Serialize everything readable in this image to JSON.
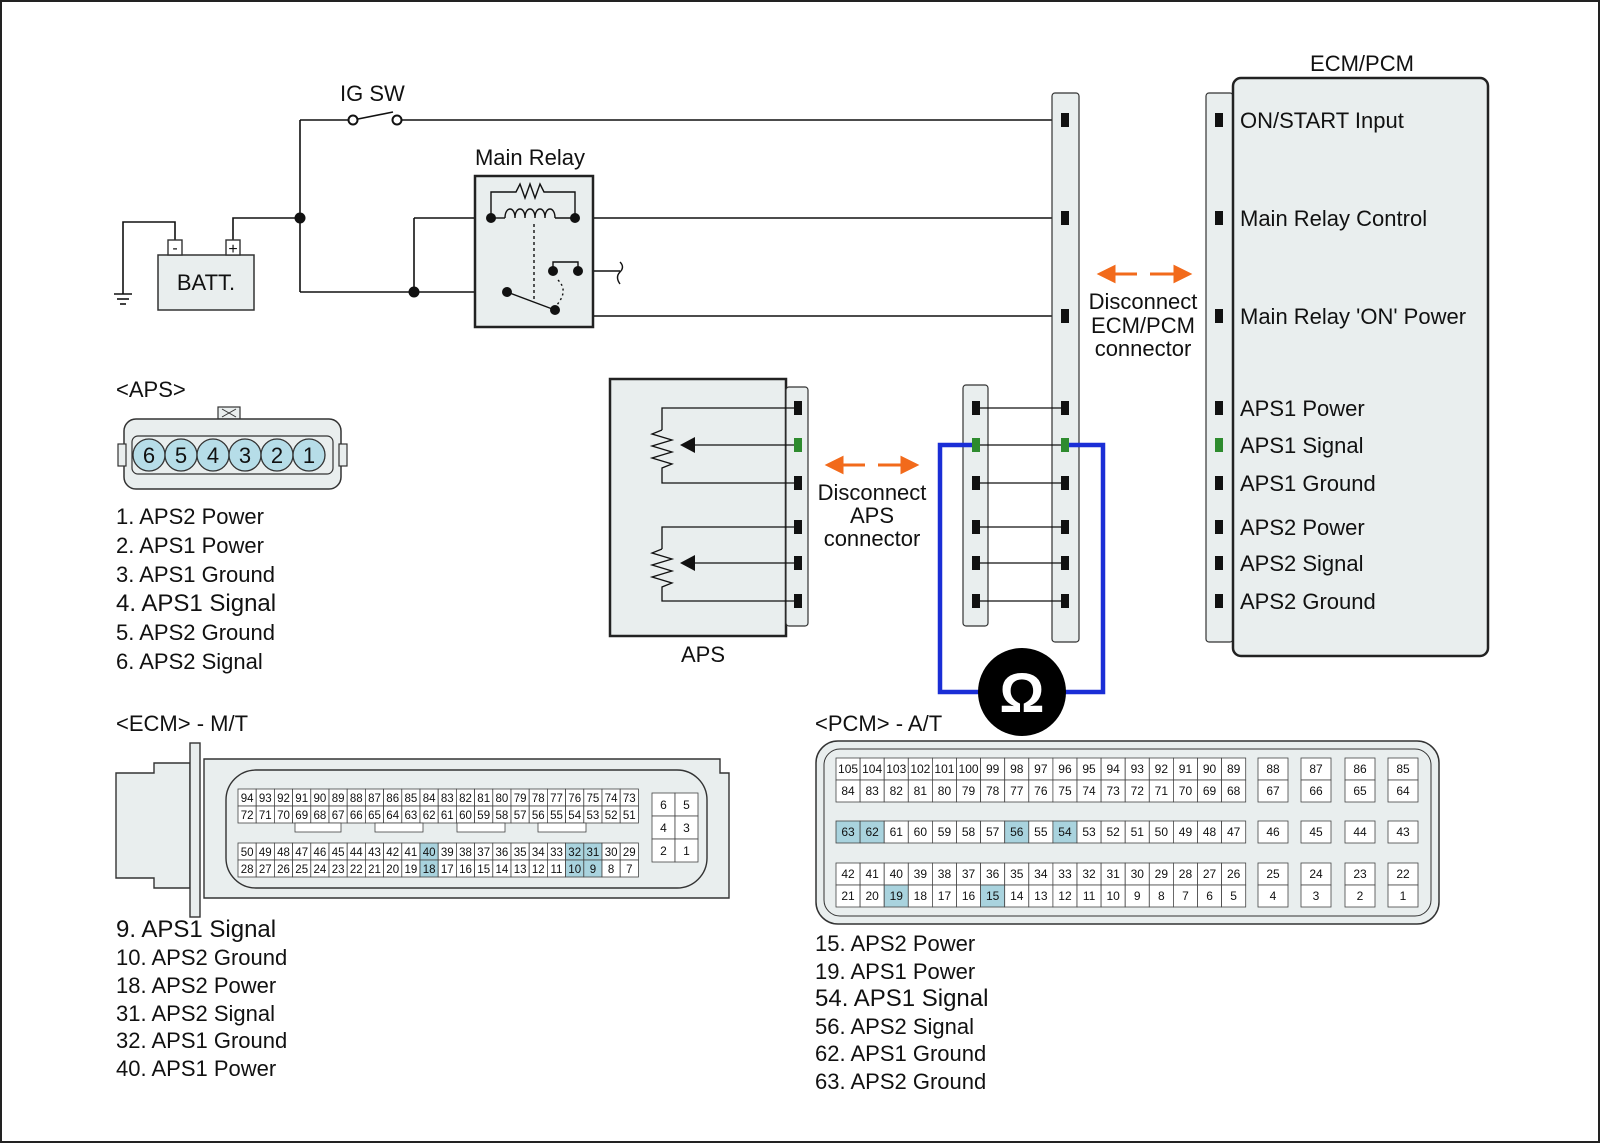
{
  "colors": {
    "accent_green": "#2e8b2e",
    "wire_blue": "#1a2ed6",
    "arrow_orange": "#f26a1b",
    "panel_fill": "#e9eeee",
    "pin_highlight": "#a9d3de",
    "connector_fill": "#b6dde8"
  },
  "circuit": {
    "ig_sw": "IG SW",
    "main_relay": "Main Relay",
    "batt": "BATT.",
    "batt_neg": "-",
    "batt_pos": "+",
    "disconnect_ecm": [
      "Disconnect",
      "ECM/PCM",
      "connector"
    ],
    "disconnect_aps": [
      "Disconnect",
      "APS",
      "connector"
    ],
    "aps_label": "APS",
    "ohm": "Ω",
    "ohmmeter_icon": "ohmmeter-icon"
  },
  "ecm_pcm_box": {
    "title": "ECM/PCM",
    "signals": [
      "ON/START Input",
      "Main Relay Control",
      "Main Relay 'ON' Power",
      "APS1 Power",
      "APS1 Signal",
      "APS1 Ground",
      "APS2 Power",
      "APS2 Signal",
      "APS2 Ground"
    ],
    "highlight_index": 4
  },
  "aps_section": {
    "title": "<APS>",
    "connector_pins": [
      "6",
      "5",
      "4",
      "3",
      "2",
      "1"
    ],
    "pins": [
      "1. APS2 Power",
      "2. APS1 Power",
      "3. APS1 Ground",
      "4. APS1 Signal",
      "5. APS2 Ground",
      "6. APS2 Signal"
    ],
    "highlight_index": 3
  },
  "ecm_section": {
    "title": "<ECM> - M/T",
    "rows": [
      [
        "94",
        "93",
        "92",
        "91",
        "90",
        "89",
        "88",
        "87",
        "86",
        "85",
        "84",
        "83",
        "82",
        "81",
        "80",
        "79",
        "78",
        "77",
        "76",
        "75",
        "74",
        "73"
      ],
      [
        "72",
        "71",
        "70",
        "69",
        "68",
        "67",
        "66",
        "65",
        "64",
        "63",
        "62",
        "61",
        "60",
        "59",
        "58",
        "57",
        "56",
        "55",
        "54",
        "53",
        "52",
        "51"
      ],
      [
        "50",
        "49",
        "48",
        "47",
        "46",
        "45",
        "44",
        "43",
        "42",
        "41",
        "40",
        "39",
        "38",
        "37",
        "36",
        "35",
        "34",
        "33",
        "32",
        "31",
        "30",
        "29"
      ],
      [
        "28",
        "27",
        "26",
        "25",
        "24",
        "23",
        "22",
        "21",
        "20",
        "19",
        "18",
        "17",
        "16",
        "15",
        "14",
        "13",
        "12",
        "11",
        "10",
        "9",
        "8",
        "7"
      ]
    ],
    "side_rows": [
      [
        "6",
        "5"
      ],
      [
        "4",
        "3"
      ],
      [
        "2",
        "1"
      ]
    ],
    "highlighted_pins": [
      "40",
      "32",
      "31",
      "18",
      "10",
      "9"
    ],
    "pins": [
      "9. APS1 Signal",
      "10. APS2 Ground",
      "18. APS2 Power",
      "31. APS2 Signal",
      "32. APS1 Ground",
      "40. APS1 Power"
    ],
    "highlight_index": 0
  },
  "pcm_section": {
    "title": "<PCM> - A/T",
    "groups": [
      [
        "105",
        "104",
        "103",
        "102",
        "101",
        "100",
        "99",
        "98",
        "97",
        "96",
        "95",
        "94",
        "93",
        "92",
        "91",
        "90",
        "89"
      ],
      [
        "84",
        "83",
        "82",
        "81",
        "80",
        "79",
        "78",
        "77",
        "76",
        "75",
        "74",
        "73",
        "72",
        "71",
        "70",
        "69",
        "68"
      ],
      [
        "63",
        "62",
        "61",
        "60",
        "59",
        "58",
        "57",
        "56",
        "55",
        "54",
        "53",
        "52",
        "51",
        "50",
        "49",
        "48",
        "47"
      ],
      [
        "42",
        "41",
        "40",
        "39",
        "38",
        "37",
        "36",
        "35",
        "34",
        "33",
        "32",
        "31",
        "30",
        "29",
        "28",
        "27",
        "26"
      ],
      [
        "21",
        "20",
        "19",
        "18",
        "17",
        "16",
        "15",
        "14",
        "13",
        "12",
        "11",
        "10",
        "9",
        "8",
        "7",
        "6",
        "5"
      ]
    ],
    "right_groups": [
      [
        "88",
        "87",
        "86",
        "85"
      ],
      [
        "67",
        "66",
        "65",
        "64"
      ],
      [
        "46",
        "45",
        "44",
        "43"
      ],
      [
        "25",
        "24",
        "23",
        "22"
      ],
      [
        "4",
        "3",
        "2",
        "1"
      ]
    ],
    "highlighted_pins": [
      "63",
      "62",
      "56",
      "54",
      "19",
      "15"
    ],
    "pins": [
      "15. APS2 Power",
      "19. APS1 Power",
      "54. APS1 Signal",
      "56. APS2 Signal",
      "62. APS1 Ground",
      "63. APS2 Ground"
    ],
    "highlight_index": 2
  }
}
